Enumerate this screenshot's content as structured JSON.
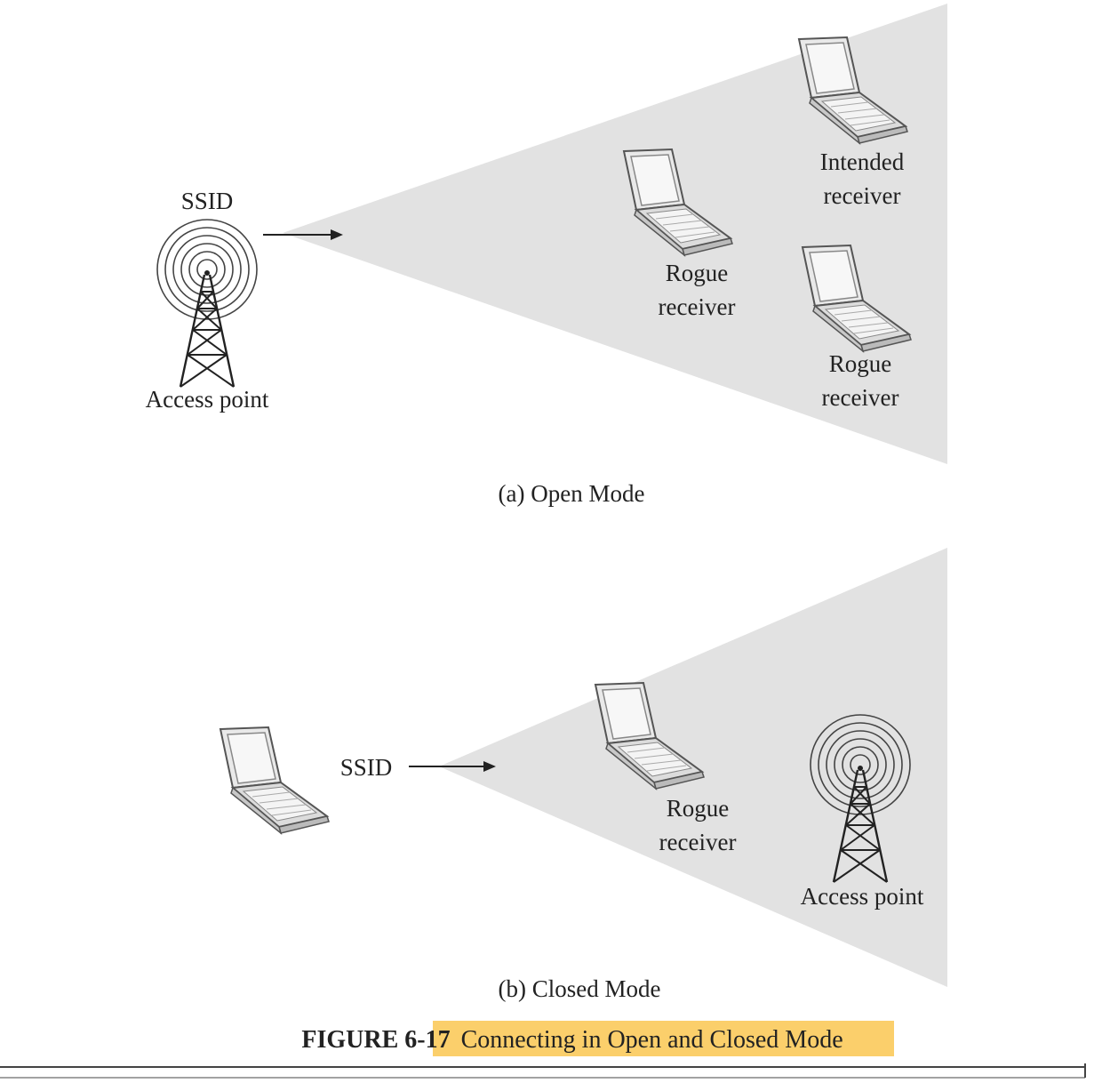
{
  "panel_a": {
    "ap_ssid": "SSID",
    "ap_label": "Access point",
    "laptops": [
      {
        "id": "intended",
        "line1": "Intended",
        "line2": "receiver"
      },
      {
        "id": "rogue-left",
        "line1": "Rogue",
        "line2": "receiver"
      },
      {
        "id": "rogue-right",
        "line1": "Rogue",
        "line2": "receiver"
      }
    ],
    "caption": "(a) Open Mode"
  },
  "panel_b": {
    "ssid": "SSID",
    "rogue_line1": "Rogue",
    "rogue_line2": "receiver",
    "ap_label": "Access point",
    "caption": "(b) Closed Mode"
  },
  "figure": {
    "number": "FIGURE 6-17",
    "title": "Connecting in Open and Closed Mode",
    "highlight_color": "#fbcf6b"
  },
  "colors": {
    "cone": "#e2e2e2",
    "ink": "#222222"
  }
}
